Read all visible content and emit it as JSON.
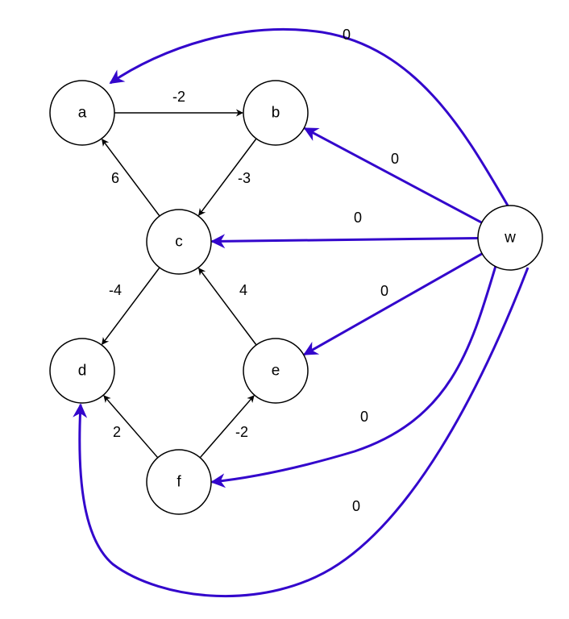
{
  "diagram": {
    "type": "directed-weighted-graph",
    "colors": {
      "normal_edge": "#000000",
      "added_edge": "#3306CC"
    },
    "nodes": [
      {
        "id": "a",
        "label": "a"
      },
      {
        "id": "b",
        "label": "b"
      },
      {
        "id": "c",
        "label": "c"
      },
      {
        "id": "d",
        "label": "d"
      },
      {
        "id": "e",
        "label": "e"
      },
      {
        "id": "f",
        "label": "f"
      },
      {
        "id": "w",
        "label": "w"
      }
    ],
    "edges": [
      {
        "from": "a",
        "to": "b",
        "weight": "-2",
        "style": "normal"
      },
      {
        "from": "b",
        "to": "c",
        "weight": "-3",
        "style": "normal"
      },
      {
        "from": "c",
        "to": "a",
        "weight": "6",
        "style": "normal"
      },
      {
        "from": "c",
        "to": "d",
        "weight": "-4",
        "style": "normal"
      },
      {
        "from": "e",
        "to": "c",
        "weight": "4",
        "style": "normal"
      },
      {
        "from": "f",
        "to": "d",
        "weight": "2",
        "style": "normal"
      },
      {
        "from": "f",
        "to": "e",
        "weight": "-2",
        "style": "normal"
      },
      {
        "from": "w",
        "to": "a",
        "weight": "0",
        "style": "added"
      },
      {
        "from": "w",
        "to": "b",
        "weight": "0",
        "style": "added"
      },
      {
        "from": "w",
        "to": "c",
        "weight": "0",
        "style": "added"
      },
      {
        "from": "w",
        "to": "e",
        "weight": "0",
        "style": "added"
      },
      {
        "from": "w",
        "to": "f",
        "weight": "0",
        "style": "added"
      },
      {
        "from": "w",
        "to": "d",
        "weight": "0",
        "style": "added"
      }
    ]
  }
}
